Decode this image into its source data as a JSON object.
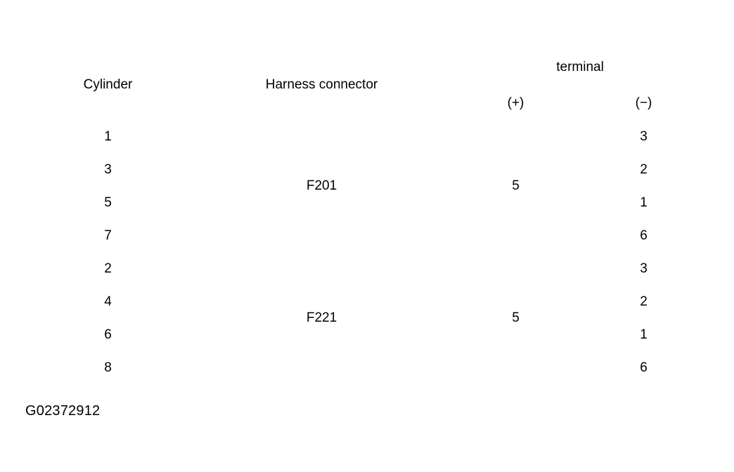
{
  "figure": {
    "caption": "G02372912"
  },
  "table": {
    "headers": {
      "cylinder": "Cylinder",
      "harness_connector": "Harness connector",
      "terminal": "terminal",
      "terminal_positive": "(+)",
      "terminal_negative": "(−)"
    },
    "groups": [
      {
        "harness_connector": "F201",
        "terminal_positive": "5",
        "rows": [
          {
            "cylinder": "1",
            "terminal_negative": "3"
          },
          {
            "cylinder": "3",
            "terminal_negative": "2"
          },
          {
            "cylinder": "5",
            "terminal_negative": "1"
          },
          {
            "cylinder": "7",
            "terminal_negative": "6"
          }
        ]
      },
      {
        "harness_connector": "F221",
        "terminal_positive": "5",
        "rows": [
          {
            "cylinder": "2",
            "terminal_negative": "3"
          },
          {
            "cylinder": "4",
            "terminal_negative": "2"
          },
          {
            "cylinder": "6",
            "terminal_negative": "1"
          },
          {
            "cylinder": "8",
            "terminal_negative": "6"
          }
        ]
      }
    ]
  }
}
